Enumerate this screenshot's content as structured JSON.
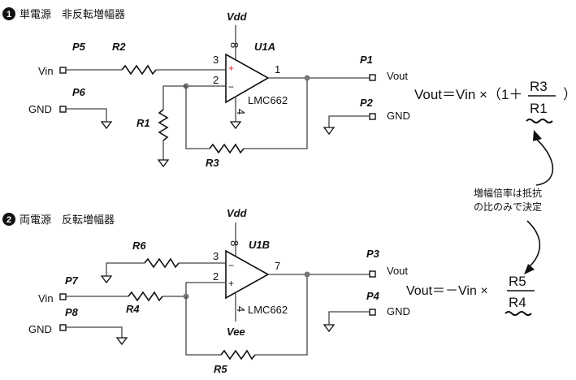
{
  "section1": {
    "badge": "1",
    "title": "単電源　非反転増幅器",
    "opamp_ref": "U1A",
    "opamp_part": "LMC662",
    "supply_top": "Vdd",
    "pin_supply_top": "8",
    "pin_supply_bottom": "4",
    "pin_plus": "3",
    "pin_minus": "2",
    "pin_out": "1",
    "plus_sign": "+",
    "minus_sign": "−",
    "r_in": "R2",
    "r_gnd": "R1",
    "r_fb": "R3",
    "p_in": "P5",
    "p_in_label": "Vin",
    "p_gnd": "P6",
    "p_gnd_label": "GND",
    "p_out": "P1",
    "p_out_label": "Vout",
    "p_out_gnd": "P2",
    "p_out_gnd_label": "GND",
    "formula": {
      "lhs": "Vout＝Vin ×（1＋",
      "num": "R3",
      "den": "R1",
      "close": "）"
    }
  },
  "section2": {
    "badge": "2",
    "title": "両電源　反転増幅器",
    "opamp_ref": "U1B",
    "opamp_part": "LMC662",
    "supply_top": "Vdd",
    "supply_bottom": "Vee",
    "pin_supply_top": "8",
    "pin_supply_bottom": "4",
    "pin_minus": "3",
    "pin_plus": "2",
    "pin_out": "7",
    "plus_sign": "+",
    "minus_sign": "−",
    "r_gnd": "R6",
    "r_in": "R4",
    "r_fb": "R5",
    "p_in": "P7",
    "p_in_label": "Vin",
    "p_gnd": "P8",
    "p_gnd_label": "GND",
    "p_out": "P3",
    "p_out_label": "Vout",
    "p_out_gnd": "P4",
    "p_out_gnd_label": "GND",
    "formula": {
      "lhs": "Vout＝－Vin ×",
      "num": "R5",
      "den": "R4"
    }
  },
  "callout": {
    "line1": "増幅倍率は抵抗",
    "line2": "の比のみで決定"
  },
  "colors": {
    "plus_sign": "#e02020",
    "wire": "#444444",
    "junction": "#777777"
  }
}
